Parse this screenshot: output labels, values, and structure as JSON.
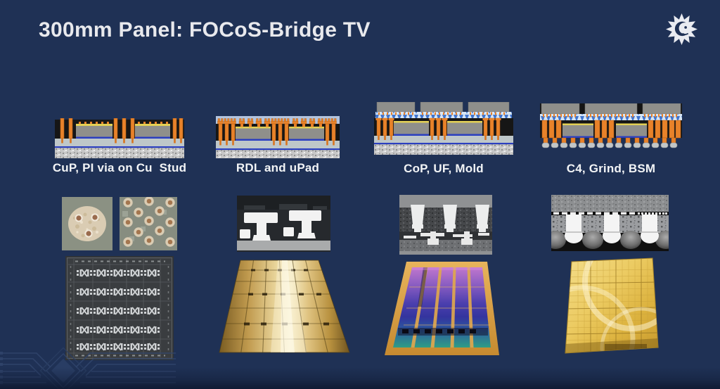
{
  "slide": {
    "title": "300mm Panel: FOCoS-Bridge TV"
  },
  "logo": {
    "name": "sun-face company logo"
  },
  "columns": [
    {
      "id": "cup-pi-via-on-cu-stud",
      "caption": "CuP, PI via on Cu  Stud"
    },
    {
      "id": "rdl-and-upad",
      "caption": "RDL and uPad"
    },
    {
      "id": "cop-uf-mold",
      "caption": "CoP, UF, Mold"
    },
    {
      "id": "c4-grind-bsm",
      "caption": "C4, Grind, BSM"
    }
  ],
  "colors": {
    "background": "#1F3155",
    "title_text": "#E8E9ED",
    "caption_text": "#F2F4F6",
    "schematic_copper_orange": "#E8822A",
    "schematic_die_gray": "#8F8F8B",
    "schematic_blue_line": "#2B3FC0",
    "schematic_underfill_blue": "#3F74CF",
    "gold_panel": "#D9B05C",
    "purple_panel": "#4B3FAE"
  }
}
